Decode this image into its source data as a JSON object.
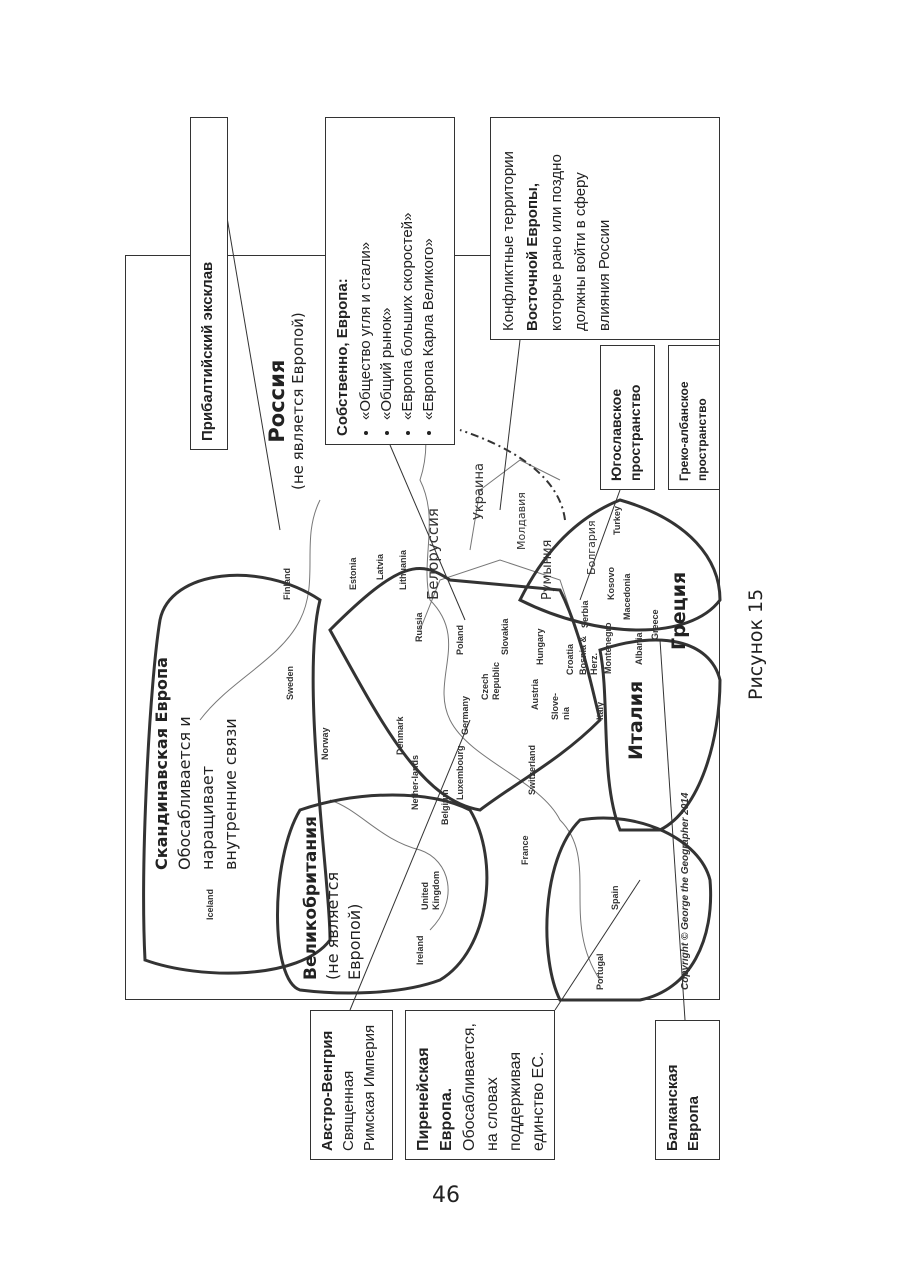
{
  "page_number": "46",
  "caption": "Рисунок 15",
  "copyright": "Copyright © George the Geographer 2014",
  "boxes": {
    "baltic": "Прибалтийский эксклав",
    "europe_title": "Собственно, Европа:",
    "europe_items": [
      "«Общество угля и стали»",
      "«Общий рынок»",
      "«Европа больших скоростей»",
      "«Европа Карла Великого»"
    ],
    "conflict": {
      "t1": "Конфликтные территории ",
      "b": "Восточной Европы,",
      "t2": " которые рано или поздно должны войти в сферу влияния России"
    },
    "yugo": "Югославское пространство",
    "greco": "Греко-албанское пространство",
    "austro": {
      "title": "Австро-Венгрия",
      "text": "Священная Римская Империя"
    },
    "iberian": {
      "title": "Пиренейская Европа.",
      "text": "Обосабливается, на словах поддерживая единство ЕС."
    },
    "balkan": "Балканская Европа"
  },
  "regions": {
    "scandinavia": {
      "title": "Скандинавская Европа",
      "text": "Обосабливается и наращивает внутренние связи"
    },
    "britain": {
      "title": "Великобритания",
      "text": "(не является Европой)"
    },
    "russia": {
      "title": "Россия",
      "text": "(не является Европой)"
    },
    "italy": "Италия",
    "greece": "Греция",
    "belarus": "Белоруссия",
    "ukraine": "Украина",
    "moldova": "Молдавия",
    "romania": "Румыния",
    "bulgaria": "Болгария"
  },
  "countries": [
    "Iceland",
    "Ireland",
    "United Kingdom",
    "Norway",
    "Sweden",
    "Finland",
    "Estonia",
    "Latvia",
    "Lithuania",
    "Russia",
    "Denmark",
    "Nether-lands",
    "Belgium",
    "Luxembourg",
    "Germany",
    "Poland",
    "Czech Republic",
    "Slovakia",
    "Hungary",
    "Austria",
    "Slove-nia",
    "Switzerland",
    "France",
    "Spain",
    "Portugal",
    "Italy",
    "Croatia",
    "Bosnia & Herz.",
    "Serbia",
    "Montenegro",
    "Kosovo",
    "Albania",
    "Macedonia",
    "Greece",
    "Turkey"
  ]
}
